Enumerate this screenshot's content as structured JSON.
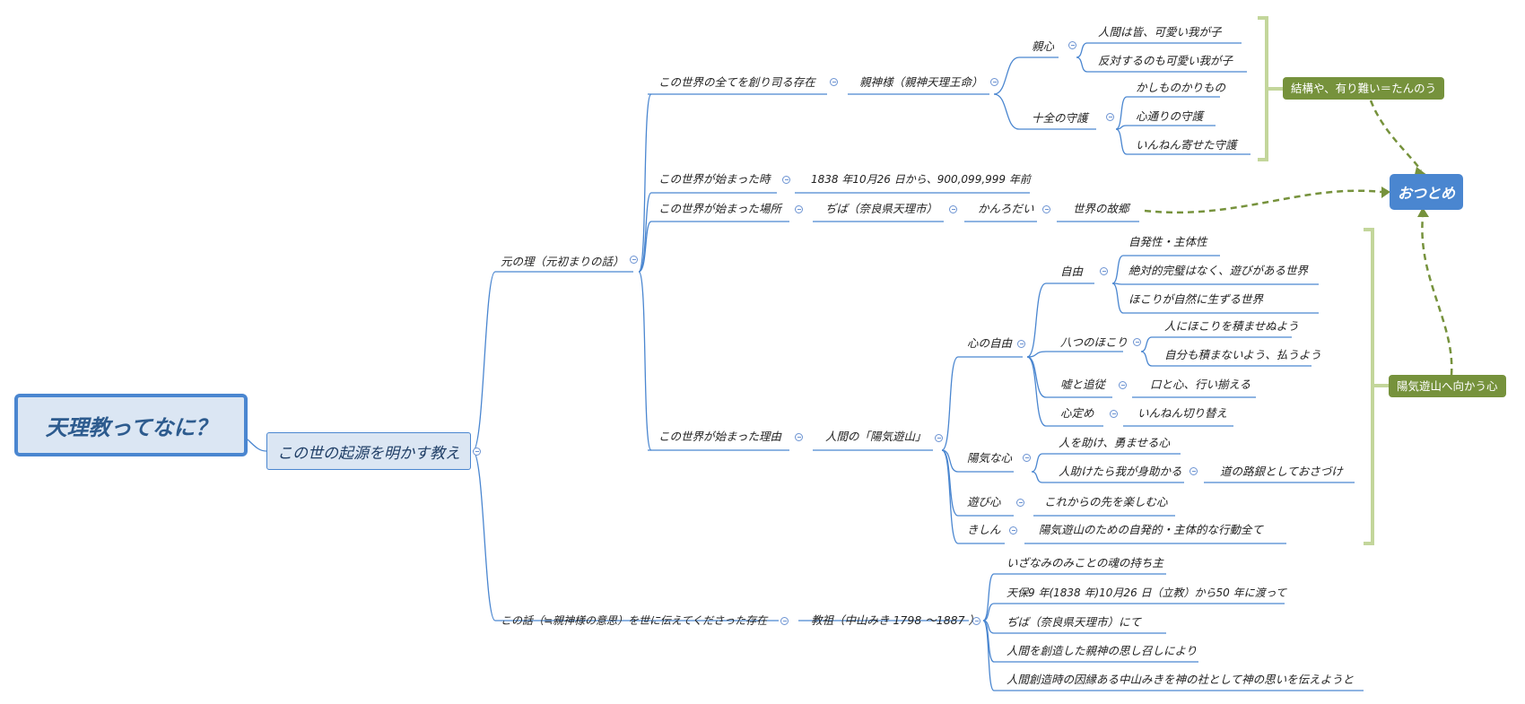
{
  "colors": {
    "branch": "#4a86d0",
    "central_fill": "#dbe6f3",
    "tag": "#76923c",
    "bracket": "#c3d69b",
    "goal": "#4a86d0"
  },
  "central": "天理教ってなに？",
  "main": "この世の起源を明かす教え",
  "topic1": {
    "label": "元の理（元初まりの話）",
    "existence": {
      "label": "この世界の全てを創り司る存在",
      "god": "親神様（親神天理王命）",
      "parent": {
        "label": "親心",
        "items": [
          "人間は皆、可愛い我が子",
          "反対するのも可愛い我が子"
        ]
      },
      "protection": {
        "label": "十全の守護",
        "items": [
          "かしものかりもの",
          "心通りの守護",
          "いんねん寄せた守護"
        ]
      }
    },
    "time": {
      "label": "この世界が始まった時",
      "value": "1838 年10月26 日から、900,099,999 年前"
    },
    "place": {
      "label": "この世界が始まった場所",
      "chain": [
        "ぢば（奈良県天理市）",
        "かんろだい",
        "世界の故郷"
      ]
    },
    "reason": {
      "label": "この世界が始まった理由",
      "life": "人間の「陽気遊山」",
      "freedom": {
        "label": "心の自由",
        "jiyu": {
          "label": "自由",
          "items": [
            "自発性・主体性",
            "絶対的完璧はなく、遊びがある世界",
            "ほこりが自然に生ずる世界"
          ]
        },
        "hokori": {
          "label": "八つのほこり",
          "items": [
            "人にほこりを積ませぬよう",
            "自分も積まないよう、払うよう"
          ]
        },
        "uso": {
          "label": "嘘と追従",
          "item": "口と心、行い揃える"
        },
        "kokoro": {
          "label": "心定め",
          "item": "いんねん切り替え"
        }
      },
      "youki": {
        "label": "陽気な心",
        "items": [
          "人を助け、勇ませる心",
          "人助けたら我が身助かる"
        ],
        "sub": "道の路銀としておさづけ"
      },
      "asobi": {
        "label": "遊び心",
        "item": "これからの先を楽しむ心"
      },
      "kishin": {
        "label": "きしん",
        "item": "陽気遊山のための自発的・主体的な行動全て"
      }
    }
  },
  "topic2": {
    "label": "この話（≒親神様の意思）を世に伝えてくださった存在",
    "founder": "教祖（中山みき 1798 ～1887 ）",
    "items": [
      "いざなみのみことの魂の持ち主",
      "天保9 年(1838 年)10月26 日（立教）から50 年に渡って",
      "ぢば（奈良県天理市）にて",
      "人間を創造した親神の思し召しにより",
      "人間創造時の因縁ある中山みきを神の社として神の思いを伝えようと"
    ]
  },
  "tags": {
    "top": "結構や、有り難い＝たんのう",
    "mid": "陽気遊山へ向かう心"
  },
  "goal": "おつとめ"
}
